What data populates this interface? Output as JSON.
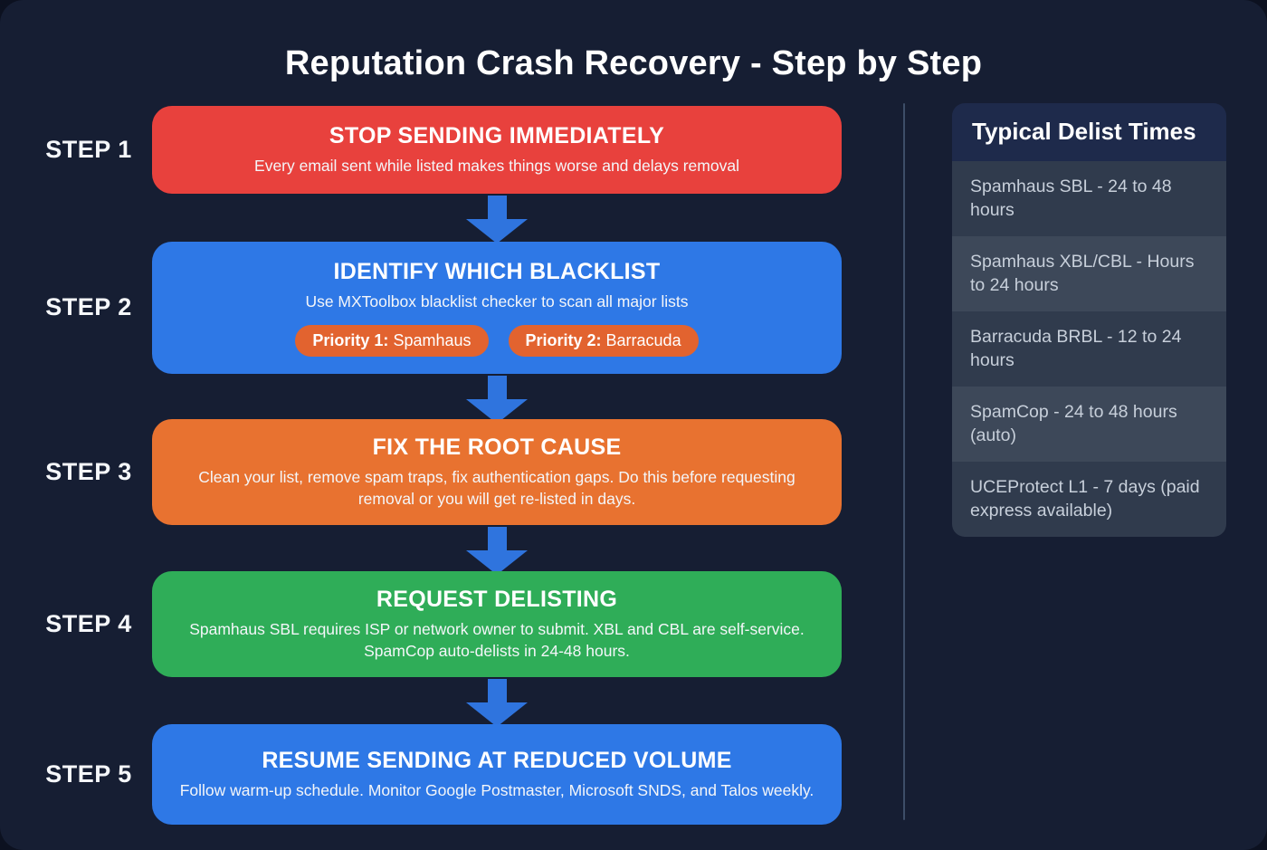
{
  "title": "Reputation Crash Recovery - Step by Step",
  "steps": [
    {
      "label": "STEP 1",
      "heading": "STOP SENDING IMMEDIATELY",
      "body": "Every email sent while listed makes things worse and delays removal",
      "color": "#e8413d"
    },
    {
      "label": "STEP 2",
      "heading": "IDENTIFY WHICH BLACKLIST",
      "body": "Use MXToolbox blacklist checker to scan all major lists",
      "color": "#2e78e6",
      "pills": [
        {
          "strong": "Priority 1:",
          "rest": " Spamhaus"
        },
        {
          "strong": "Priority 2:",
          "rest": " Barracuda"
        }
      ]
    },
    {
      "label": "STEP 3",
      "heading": "FIX THE ROOT CAUSE",
      "body": "Clean your list, remove spam traps, fix authentication gaps. Do this before requesting removal or you will get re-listed in days.",
      "color": "#e87230"
    },
    {
      "label": "STEP 4",
      "heading": "REQUEST DELISTING",
      "body": "Spamhaus SBL requires ISP or network owner to submit. XBL and CBL are self-service. SpamCop auto-delists in 24-48 hours.",
      "color": "#2fad58"
    },
    {
      "label": "STEP 5",
      "heading": "RESUME SENDING AT REDUCED VOLUME",
      "body": "Follow warm-up schedule. Monitor Google Postmaster, Microsoft SNDS, and Talos weekly.",
      "color": "#2e78e6"
    }
  ],
  "sidebar": {
    "title": "Typical Delist Times",
    "items": [
      "Spamhaus SBL - 24 to 48 hours",
      "Spamhaus XBL/CBL - Hours to 24 hours",
      "Barracuda BRBL - 12 to 24 hours",
      "SpamCop - 24 to 48 hours (auto)",
      "UCEProtect L1 - 7 days (paid express available)"
    ]
  },
  "colors": {
    "background": "#0c1120",
    "card": "#161e33",
    "step1": "#e8413d",
    "step2": "#2e78e6",
    "step3": "#e87230",
    "step4": "#2fad58",
    "step5": "#2e78e6",
    "arrow": "#2f74de",
    "pill": "#e2632f",
    "sidebar_header_bg": "#1e2a4b",
    "sidebar_row_odd": "#303b4d",
    "sidebar_row_even": "#3d4859",
    "divider": "#3d4e68"
  }
}
